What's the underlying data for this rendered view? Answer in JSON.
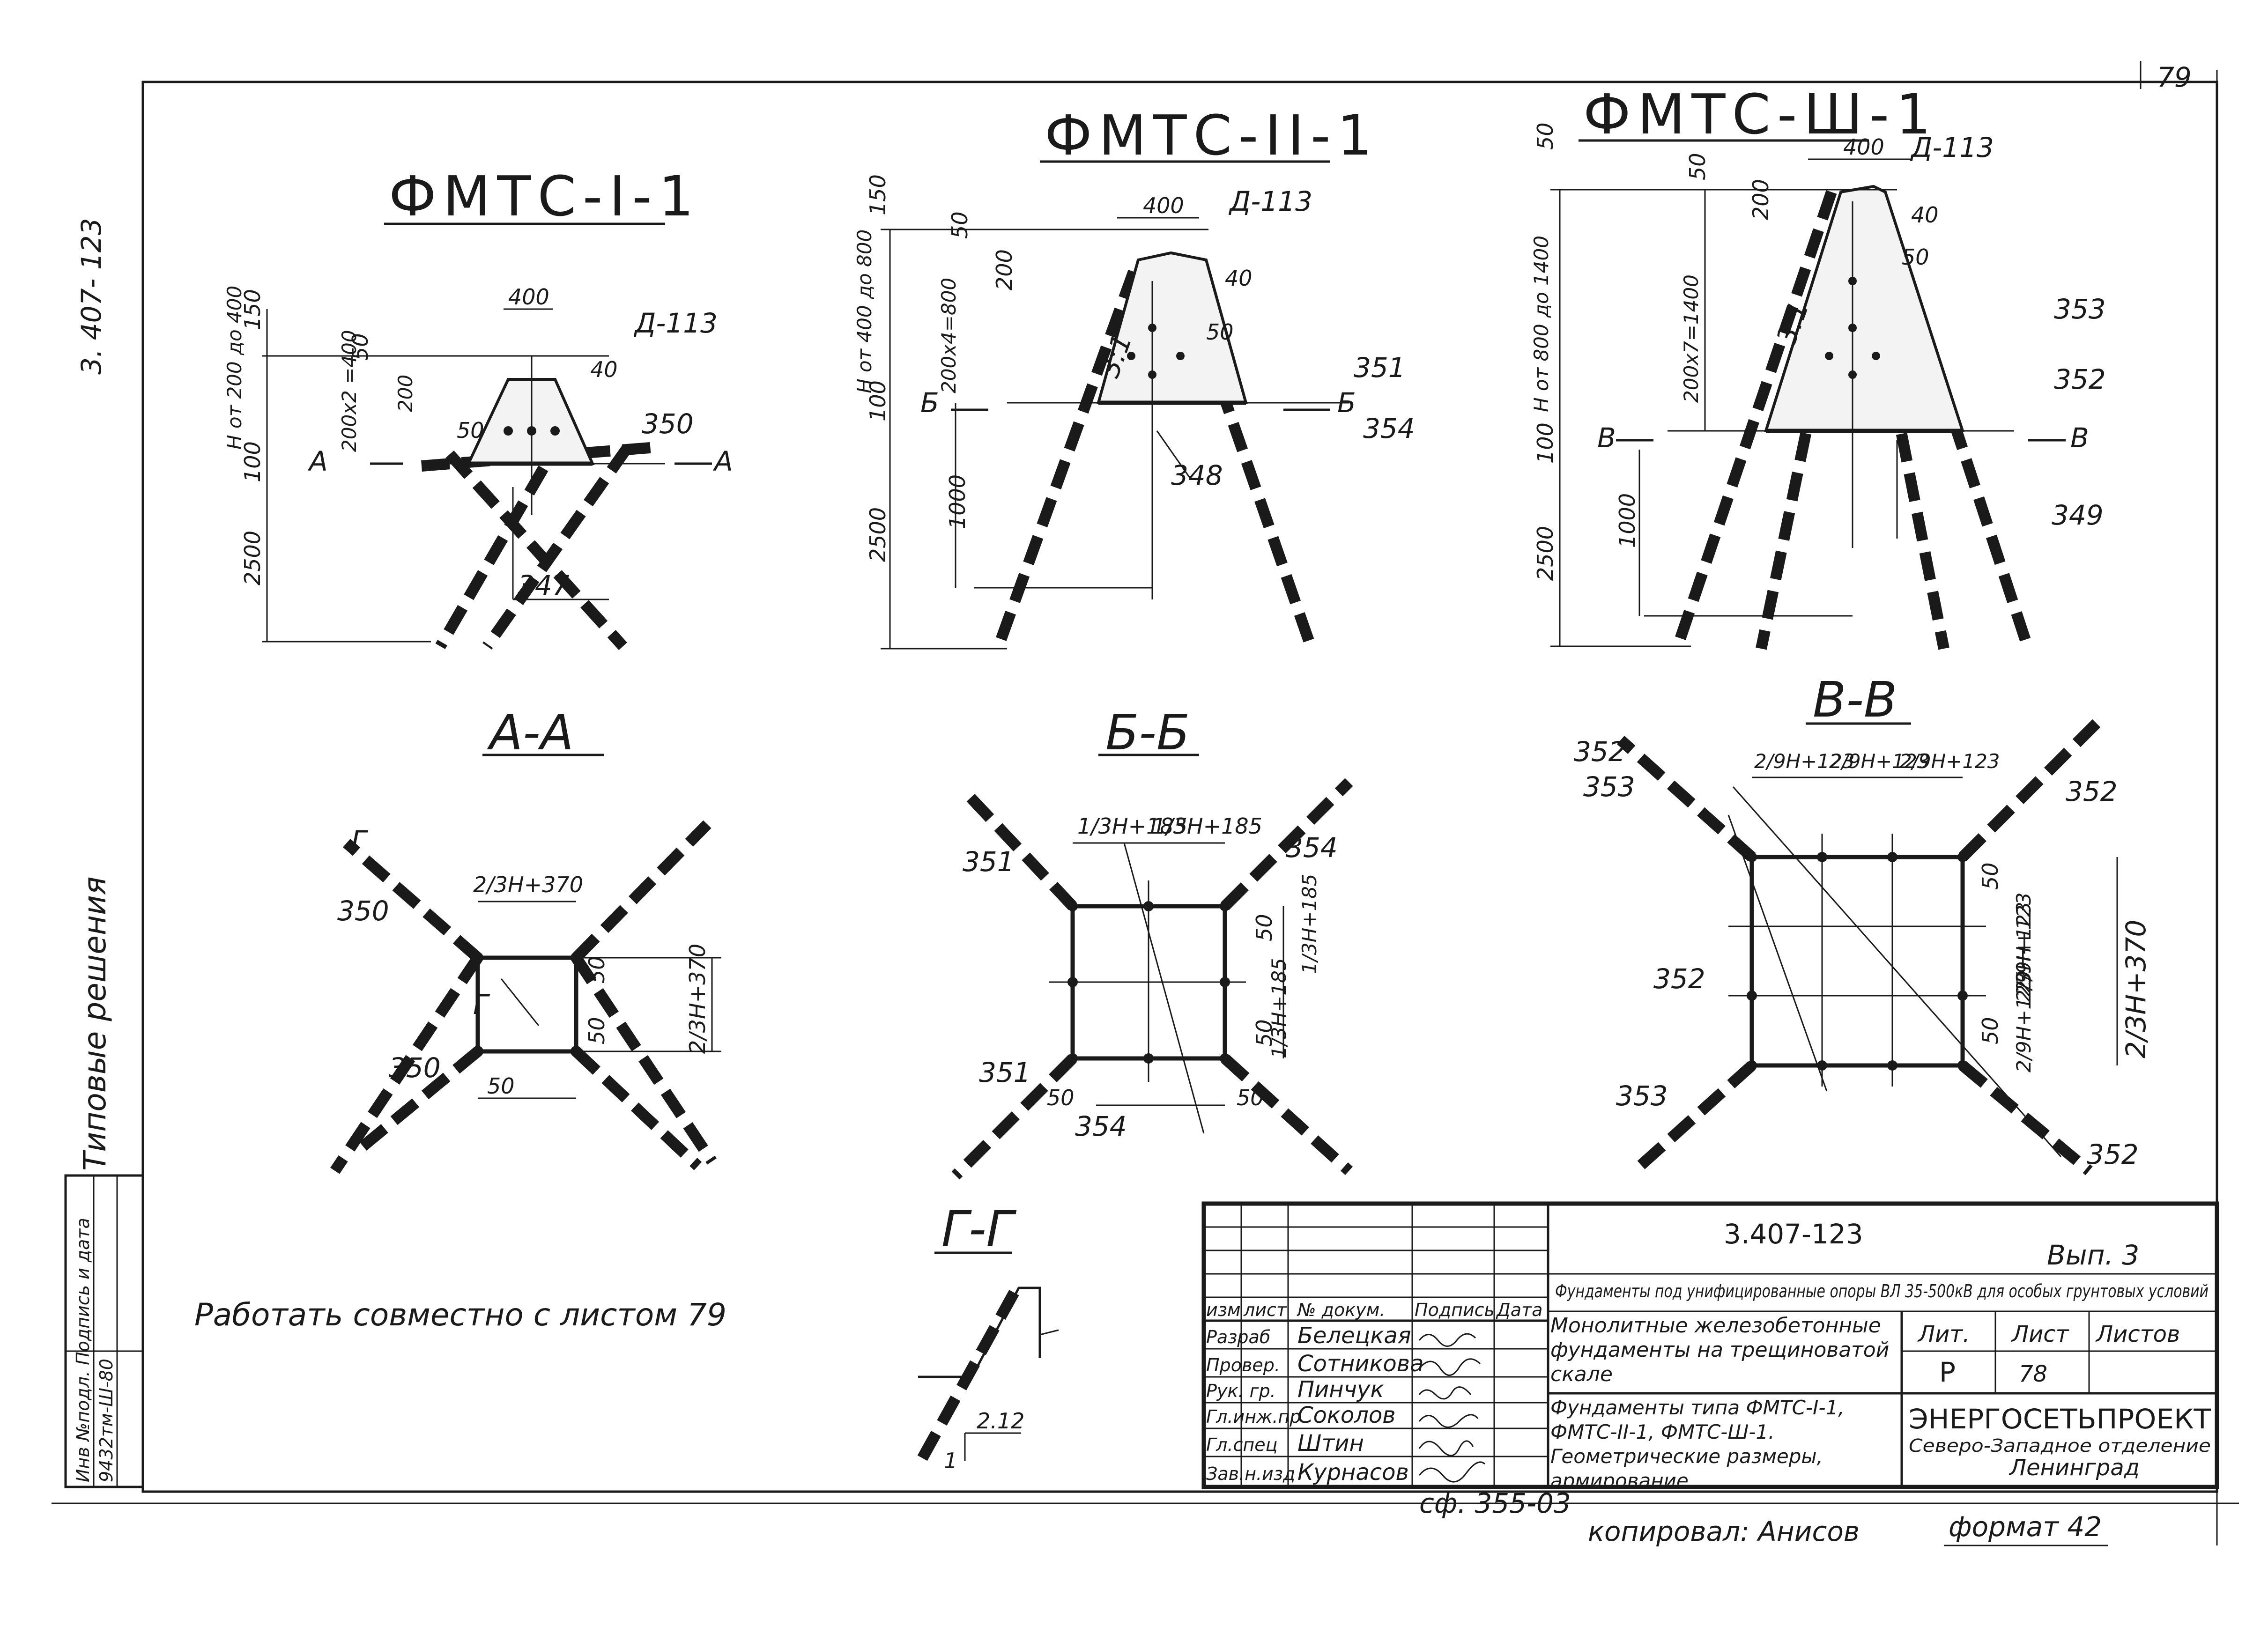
{
  "sheet": {
    "page_number": "79",
    "side_code": "3. 407- 123",
    "side_label": "Типовые решения",
    "left_stamp": {
      "header": "Инв №подл. Подпись и дата",
      "inv_number": "9432тм-Ш-80"
    }
  },
  "views": {
    "fmts1": {
      "title": "ФМТС-I-1",
      "labels": [
        "400",
        "Д-113",
        "150",
        "50",
        "40",
        "Н от 200 до 400",
        "200х2 =400",
        "200",
        "50",
        "350",
        "100",
        "А",
        "А",
        "2500",
        "347"
      ]
    },
    "fmts2": {
      "title": "ФМТС-II-1",
      "labels": [
        "400",
        "Д-113",
        "150",
        "50",
        "200",
        "40",
        "Н от 400 до 800",
        "200х4=800",
        "3:1",
        "50",
        "351",
        "Б",
        "Б",
        "354",
        "100",
        "2500",
        "1000",
        "348"
      ]
    },
    "fmts3": {
      "title": "ФМТС-Ш-1",
      "labels": [
        "50",
        "400",
        "Д-113",
        "50",
        "200",
        "40",
        "Н от 800 до 1400",
        "200х7=1400",
        "3:1",
        "50",
        "353",
        "352",
        "В",
        "В",
        "100",
        "2500",
        "1000",
        "349"
      ]
    }
  },
  "sections": {
    "aa": {
      "title": "А-А",
      "labels": [
        "Г",
        "Г",
        "2/3Н+370",
        "350",
        "50",
        "2/3Н+370",
        "50",
        "350",
        "50"
      ]
    },
    "bb": {
      "title": "Б-Б",
      "labels": [
        "1/3Н+185",
        "1/3Н+185",
        "351",
        "354",
        "50",
        "1/3Н+185",
        "1/3Н+185",
        "50",
        "351",
        "50",
        "354",
        "50"
      ]
    },
    "vv": {
      "title": "В-В",
      "labels": [
        "352",
        "353",
        "2/9Н+123",
        "2/9Н+123",
        "2/9Н+123",
        "352",
        "50",
        "2/9Н+123",
        "2/9Н+123",
        "2/3Н+370",
        "352",
        "50",
        "2/9Н+123",
        "353",
        "352"
      ]
    },
    "gg": {
      "title": "Г-Г",
      "labels": [
        "2.12",
        "1"
      ]
    }
  },
  "note": "Работать совместно с листом 79",
  "title_block": {
    "doc_code": "3.407-123",
    "issue": "Вып. 3",
    "project_title": "Фундаменты под унифицированные опоры ВЛ 35-500кВ для особых грунтовых условий",
    "sheet_title": "Монолитные железобетонные фундаменты на трещиноватой скале",
    "drawing_title": "Фундаменты типа ФМТС-I-1, ФМТС-II-1, ФМТС-Ш-1. Геометрические размеры, армирование",
    "col_headers": [
      "изм",
      "лист",
      "№ докум.",
      "Подпись",
      "Дата"
    ],
    "stage_headers": [
      "Лит.",
      "Лист",
      "Листов"
    ],
    "stage": "Р",
    "sheet_no": "78",
    "sheets_total": "",
    "roles": [
      {
        "role": "Разраб",
        "name": "Белецкая"
      },
      {
        "role": "Провер.",
        "name": "Сотникова"
      },
      {
        "role": "Рук. гр.",
        "name": "Пинчук"
      },
      {
        "role": "Гл.инж.пр",
        "name": "Соколов"
      },
      {
        "role": "Гл.спец",
        "name": "Штин"
      },
      {
        "role": "Зав.н.изд",
        "name": "Курнасов"
      }
    ],
    "org": "ЭНЕРГОСЕТЬПРОЕКТ",
    "org_branch": "Северо-Западное отделение",
    "city": "Ленинград"
  },
  "footer": {
    "archive_code": "сф. 355-03",
    "copied_by": "копировал:  Анисов",
    "format": "формат 42"
  }
}
